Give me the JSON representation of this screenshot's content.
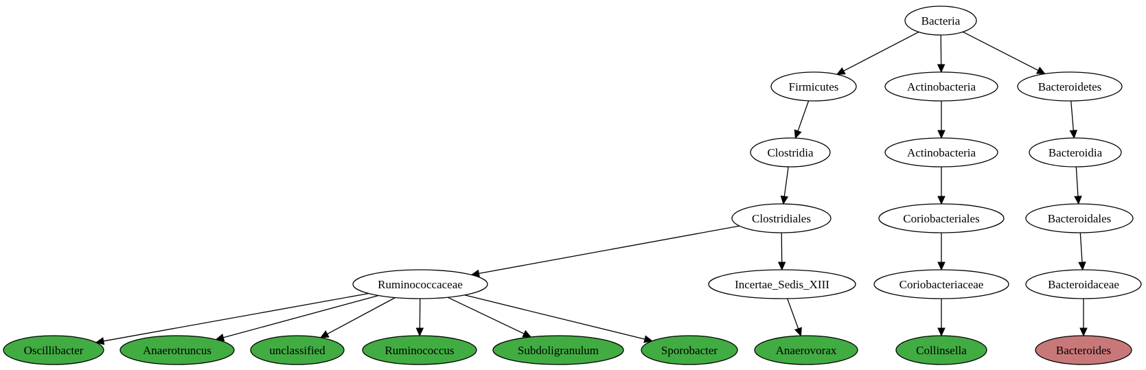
{
  "colors": {
    "default_fill": "#ffffff",
    "green": "#41ac42",
    "red": "#c87878"
  },
  "nodes": [
    {
      "id": "bacteria",
      "label": "Bacteria",
      "fill": "default_fill"
    },
    {
      "id": "firmicutes",
      "label": "Firmicutes",
      "fill": "default_fill"
    },
    {
      "id": "actinobacteria_phylum",
      "label": "Actinobacteria",
      "fill": "default_fill"
    },
    {
      "id": "bacteroidetes",
      "label": "Bacteroidetes",
      "fill": "default_fill"
    },
    {
      "id": "clostridia",
      "label": "Clostridia",
      "fill": "default_fill"
    },
    {
      "id": "actinobacteria_class",
      "label": "Actinobacteria",
      "fill": "default_fill"
    },
    {
      "id": "bacteroidia",
      "label": "Bacteroidia",
      "fill": "default_fill"
    },
    {
      "id": "clostridiales",
      "label": "Clostridiales",
      "fill": "default_fill"
    },
    {
      "id": "coriobacteriales",
      "label": "Coriobacteriales",
      "fill": "default_fill"
    },
    {
      "id": "bacteroidales",
      "label": "Bacteroidales",
      "fill": "default_fill"
    },
    {
      "id": "ruminococcaceae",
      "label": "Ruminococcaceae",
      "fill": "default_fill"
    },
    {
      "id": "incertae_sedis_xiii",
      "label": "Incertae_Sedis_XIII",
      "fill": "default_fill"
    },
    {
      "id": "coriobacteriaceae",
      "label": "Coriobacteriaceae",
      "fill": "default_fill"
    },
    {
      "id": "bacteroidaceae",
      "label": "Bacteroidaceae",
      "fill": "default_fill"
    },
    {
      "id": "oscillibacter",
      "label": "Oscillibacter",
      "fill": "green"
    },
    {
      "id": "anaerotruncus",
      "label": "Anaerotruncus",
      "fill": "green"
    },
    {
      "id": "unclassified",
      "label": "unclassified",
      "fill": "green"
    },
    {
      "id": "ruminococcus",
      "label": "Ruminococcus",
      "fill": "green"
    },
    {
      "id": "subdoligranulum",
      "label": "Subdoligranulum",
      "fill": "green"
    },
    {
      "id": "sporobacter",
      "label": "Sporobacter",
      "fill": "green"
    },
    {
      "id": "anaerovorax",
      "label": "Anaerovorax",
      "fill": "green"
    },
    {
      "id": "collinsella",
      "label": "Collinsella",
      "fill": "green"
    },
    {
      "id": "bacteroides",
      "label": "Bacteroides",
      "fill": "red"
    }
  ],
  "edges": [
    [
      "bacteria",
      "firmicutes"
    ],
    [
      "bacteria",
      "actinobacteria_phylum"
    ],
    [
      "bacteria",
      "bacteroidetes"
    ],
    [
      "firmicutes",
      "clostridia"
    ],
    [
      "actinobacteria_phylum",
      "actinobacteria_class"
    ],
    [
      "bacteroidetes",
      "bacteroidia"
    ],
    [
      "clostridia",
      "clostridiales"
    ],
    [
      "actinobacteria_class",
      "coriobacteriales"
    ],
    [
      "bacteroidia",
      "bacteroidales"
    ],
    [
      "clostridiales",
      "ruminococcaceae"
    ],
    [
      "clostridiales",
      "incertae_sedis_xiii"
    ],
    [
      "coriobacteriales",
      "coriobacteriaceae"
    ],
    [
      "bacteroidales",
      "bacteroidaceae"
    ],
    [
      "ruminococcaceae",
      "oscillibacter"
    ],
    [
      "ruminococcaceae",
      "anaerotruncus"
    ],
    [
      "ruminococcaceae",
      "unclassified"
    ],
    [
      "ruminococcaceae",
      "ruminococcus"
    ],
    [
      "ruminococcaceae",
      "subdoligranulum"
    ],
    [
      "ruminococcaceae",
      "sporobacter"
    ],
    [
      "incertae_sedis_xiii",
      "anaerovorax"
    ],
    [
      "coriobacteriaceae",
      "collinsella"
    ],
    [
      "bacteroidaceae",
      "bacteroides"
    ]
  ]
}
